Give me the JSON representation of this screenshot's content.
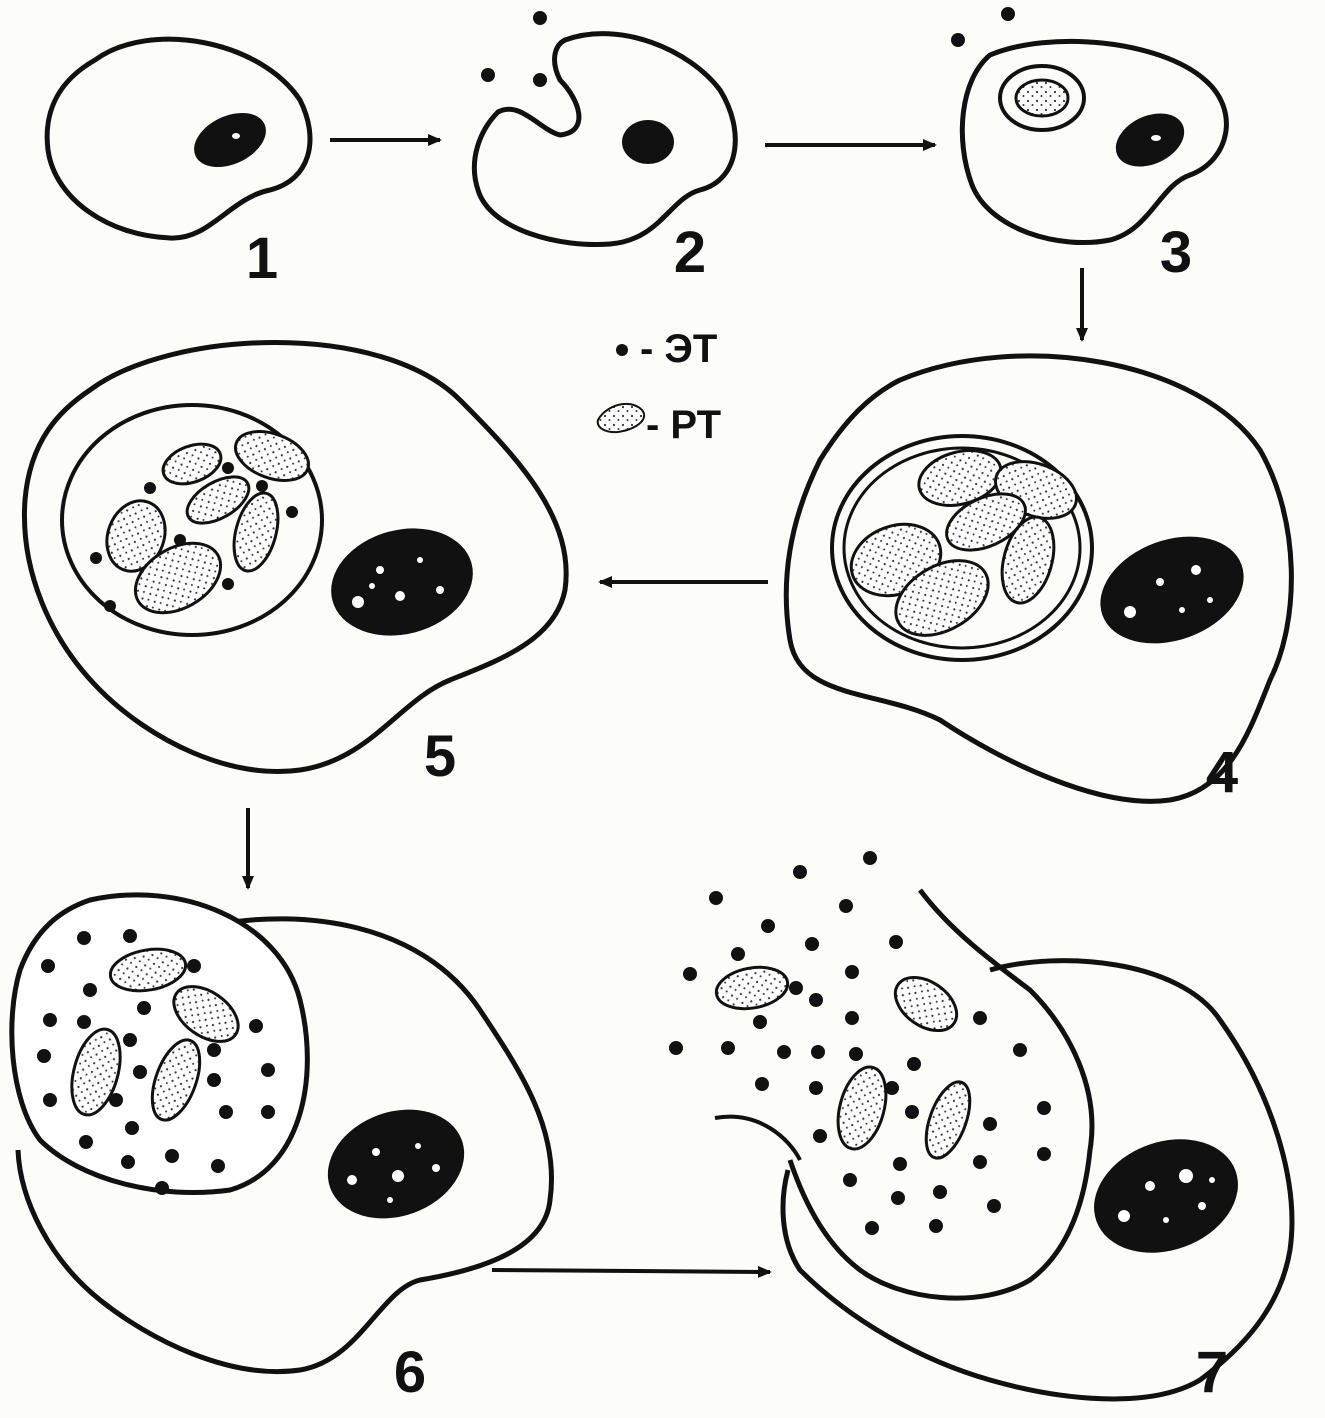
{
  "stages": [
    {
      "number": "1"
    },
    {
      "number": "2"
    },
    {
      "number": "3"
    },
    {
      "number": "4"
    },
    {
      "number": "5"
    },
    {
      "number": "6"
    },
    {
      "number": "7"
    }
  ],
  "legend": {
    "et_marker": "•",
    "et_label": "- ЭТ",
    "rt_label": "- РТ"
  },
  "colors": {
    "ink": "#111111",
    "paper": "#fcfcf8",
    "inclusion_fill": "#ffffff"
  }
}
